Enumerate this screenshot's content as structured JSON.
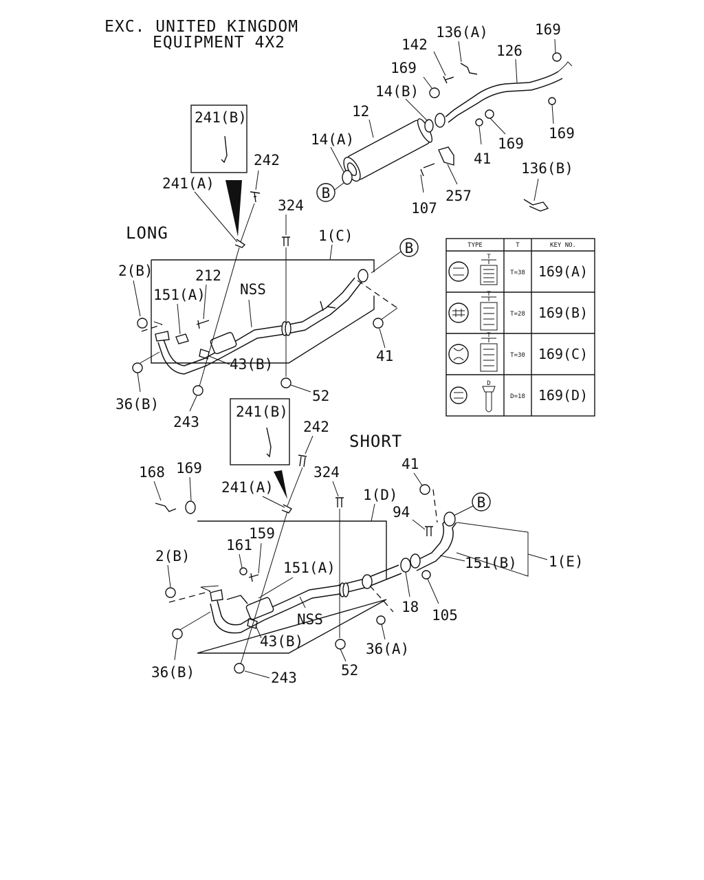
{
  "header": {
    "line1": "EXC. UNITED KINGDOM",
    "line2": "EQUIPMENT 4X2"
  },
  "sections": {
    "long": "LONG",
    "short": "SHORT"
  },
  "top_labels": {
    "p169a": "169",
    "p136a": "136(A)",
    "p142": "142",
    "p126": "126",
    "p169b": "169",
    "p14b": "14(B)",
    "p12": "12",
    "p169c": "169",
    "p14a": "14(A)",
    "p169d": "169",
    "p41": "41",
    "pB": "B",
    "p257": "257",
    "p107": "107",
    "p136b": "136(B)"
  },
  "long_labels": {
    "box241b": "241(B)",
    "p242": "242",
    "p241a": "241(A)",
    "p324": "324",
    "p1c": "1(C)",
    "pB": "B",
    "p2b": "2(B)",
    "p212": "212",
    "p151a": "151(A)",
    "nss": "NSS",
    "p41": "41",
    "p43b": "43(B)",
    "p36b": "36(B)",
    "p52": "52",
    "p243": "243"
  },
  "short_labels": {
    "box241b": "241(B)",
    "p242": "242",
    "p168": "168",
    "p169": "169",
    "p324": "324",
    "p41": "41",
    "p241a": "241(A)",
    "p1d": "1(D)",
    "pB": "B",
    "p94": "94",
    "p159": "159",
    "p161": "161",
    "p151a": "151(A)",
    "p151b": "151(B)",
    "p1e": "1(E)",
    "p2b": "2(B)",
    "p18": "18",
    "p105": "105",
    "nss": "NSS",
    "p43b": "43(B)",
    "p36a": "36(A)",
    "p36b": "36(B)",
    "p52": "52",
    "p243": "243"
  },
  "table": {
    "headers": [
      "TYPE",
      "T",
      "KEY NO."
    ],
    "dim_letter_t": "T",
    "dim_letter_d": "D",
    "rows": [
      {
        "t": "T=38",
        "key": "169(A)"
      },
      {
        "t": "T=28",
        "key": "169(B)"
      },
      {
        "t": "T=30",
        "key": "169(C)"
      },
      {
        "t": "D=18",
        "key": "169(D)"
      }
    ]
  }
}
